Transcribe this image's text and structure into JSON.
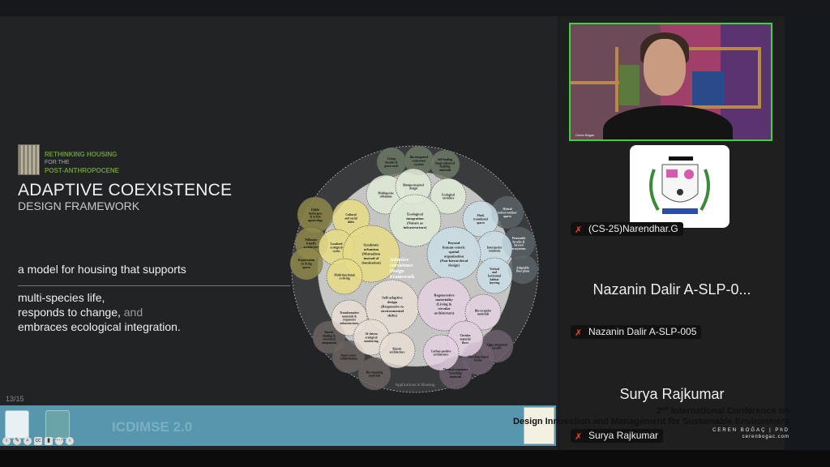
{
  "slide": {
    "tagline": [
      "RETHINKING HOUSING",
      "FOR THE",
      "POST-ANTHROPOCENE"
    ],
    "title": "ADAPTIVE COEXISTENCE",
    "subtitle": "DESIGN FRAMEWORK",
    "lead": "a model for housing that supports",
    "bullets": {
      "l1": "multi-species life,",
      "l2a": "responds to change,",
      "l2b": " and",
      "l3": "embraces ecological integration."
    },
    "page": "13/15",
    "diagram": {
      "center": [
        "Adaptive",
        "coexistence",
        "Design",
        "Framework"
      ],
      "footer": "Applications in Housing",
      "bubbles": [
        "Living facades & green roofs",
        "Bio-integrated wastewater systems",
        "Self-healing fungi-enhanced building materials",
        "Multispecies urbanism",
        "Biotope-inspired design",
        "Ecological corridors",
        "Ecological integration (Nature as infrastructure)",
        "Edible landscapes & urban agroecology",
        "Pollinator friendly architecture",
        "Regeneration on living spaces",
        "Cultural and social shifts",
        "Localized ecological cycles",
        "Symbiotic urbanism (Mutualism instead of domination)",
        "Multi-functional co-living",
        "Hybrid indoor-outdoor spaces",
        "Permeable facades & layered ecosystems",
        "Adaptable floor plans",
        "Fluid, transitional spaces",
        "Interspecies commons",
        "Vertical and horizontal habitat layering",
        "Beyond human-centric spatial organization (Non-hierarchical design)",
        "Kinetic shading & structural components",
        "Smart water redistribution",
        "Bio-repairing materials",
        "Self-adaptive design (Responsive to environmental shifts)",
        "Transformative materials & responsive infrastructures",
        "AI-driven ecological monitoring",
        "Kinetic architecture",
        "Algae-integrated facades",
        "Mycelium-based bricks",
        "Thermal-responsive \"breathing\" materials",
        "Regenerative materiality (Living & circular architecture)",
        "Bio-receptive materials",
        "Circular material flows",
        "Carbon-positive architecture"
      ]
    },
    "banner": {
      "acronym": "ICDIMSE 2.0",
      "line1_num": "2",
      "line1_sup": "nd",
      "line1_rest": " International Conference on",
      "line2": "Design Innovation and Management for Sustainable Environment",
      "brand": "CEREN BOĞAÇ | PhD",
      "site": "cerenbogac.com"
    }
  },
  "participants": {
    "speaker_label": "Ceren Bogac",
    "p1": "(CS-25)Narendhar.G",
    "p2_big": "Nazanin Dalir A-SLP-0...",
    "p2": "Nazanin Dalir A-SLP-005",
    "p3_big": "Surya Rajkumar",
    "p3": "Surya Rajkumar"
  },
  "colors": {
    "banner": "#5896ad",
    "active_speaker": "#3fd13f",
    "muted": "#e44433"
  }
}
